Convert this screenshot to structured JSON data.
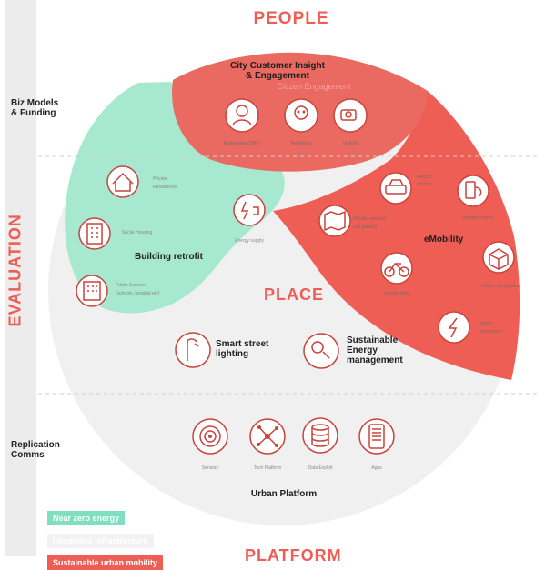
{
  "headings": {
    "people": "PEOPLE",
    "place": "PLACE",
    "platform": "PLATFORM",
    "evaluation": "EVALUATION"
  },
  "side_labels": {
    "biz": "Biz Models\n& Funding",
    "replication": "Replication\nComms"
  },
  "people_section": {
    "title": "City Customer Insight\n& Engagement",
    "subtitle": "Citizen Engagement",
    "items": [
      {
        "label": "Businesses (SME)",
        "icon": "businessman-icon"
      },
      {
        "label": "Residents",
        "icon": "resident-woman-icon"
      },
      {
        "label": "Visitors",
        "icon": "visitor-camera-icon"
      }
    ]
  },
  "building_section": {
    "title": "Building retrofit",
    "private": "Private\nResidences",
    "social": "Social Housing",
    "public": "Public Services\n(schools, hospital etc)",
    "energy": "Energy supply"
  },
  "emobility_section": {
    "title": "eMobility",
    "vehicles": "electric\nvehicles",
    "charging": "charging points",
    "mobility": "Mobility services\nand parking",
    "bikes": "electric bikes",
    "freight": "freight and logistics",
    "power": "power\ngeneration"
  },
  "place_section": {
    "lighting": "Smart street\nlighting",
    "energy_mgmt": "Sustainable\nEnergy\nmanagement"
  },
  "platform_section": {
    "title": "Urban Platform",
    "items": [
      {
        "label": "Sensors",
        "icon": "sensor-icon"
      },
      {
        "label": "Tech Platform",
        "icon": "tech-platform-icon"
      },
      {
        "label": "Data Exploit",
        "icon": "database-icon"
      },
      {
        "label": "Apps",
        "icon": "mobile-app-icon"
      }
    ]
  },
  "legend": [
    {
      "label": "Near zero energy",
      "color": "#7fe0c0"
    },
    {
      "label": "Integrated infrastructure",
      "color": "#f2f2f2"
    },
    {
      "label": "Sustainable urban mobility",
      "color": "#ef5e55"
    }
  ],
  "colors": {
    "red": "#ef5e55",
    "mint": "#9ce7cd",
    "grey": "#efefef",
    "side": "#ececec"
  }
}
